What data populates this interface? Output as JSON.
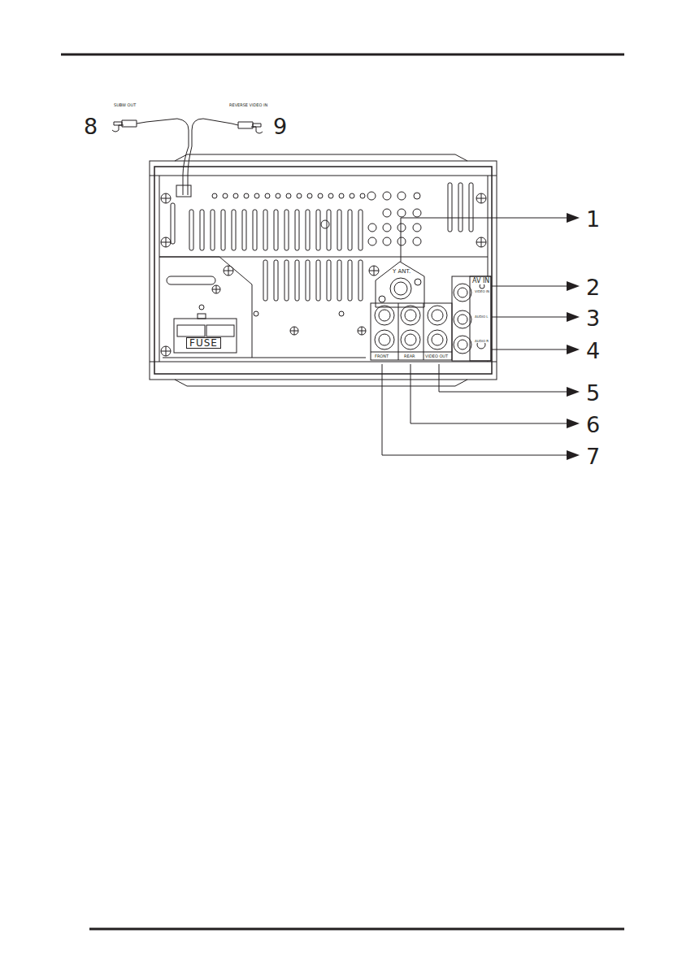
{
  "diagram": {
    "labels": [
      "8",
      "SUBW OUT",
      "REVERSE VIDEO IN",
      "9",
      "1",
      "Y ANT.",
      "AV IN",
      "VIDEO IN",
      "2",
      "AUDIO L",
      "3",
      "AUDIO R",
      "4",
      "FUSE",
      "FRONT",
      "REAR",
      "VIDEO OUT",
      "5",
      "6",
      "7"
    ]
  }
}
